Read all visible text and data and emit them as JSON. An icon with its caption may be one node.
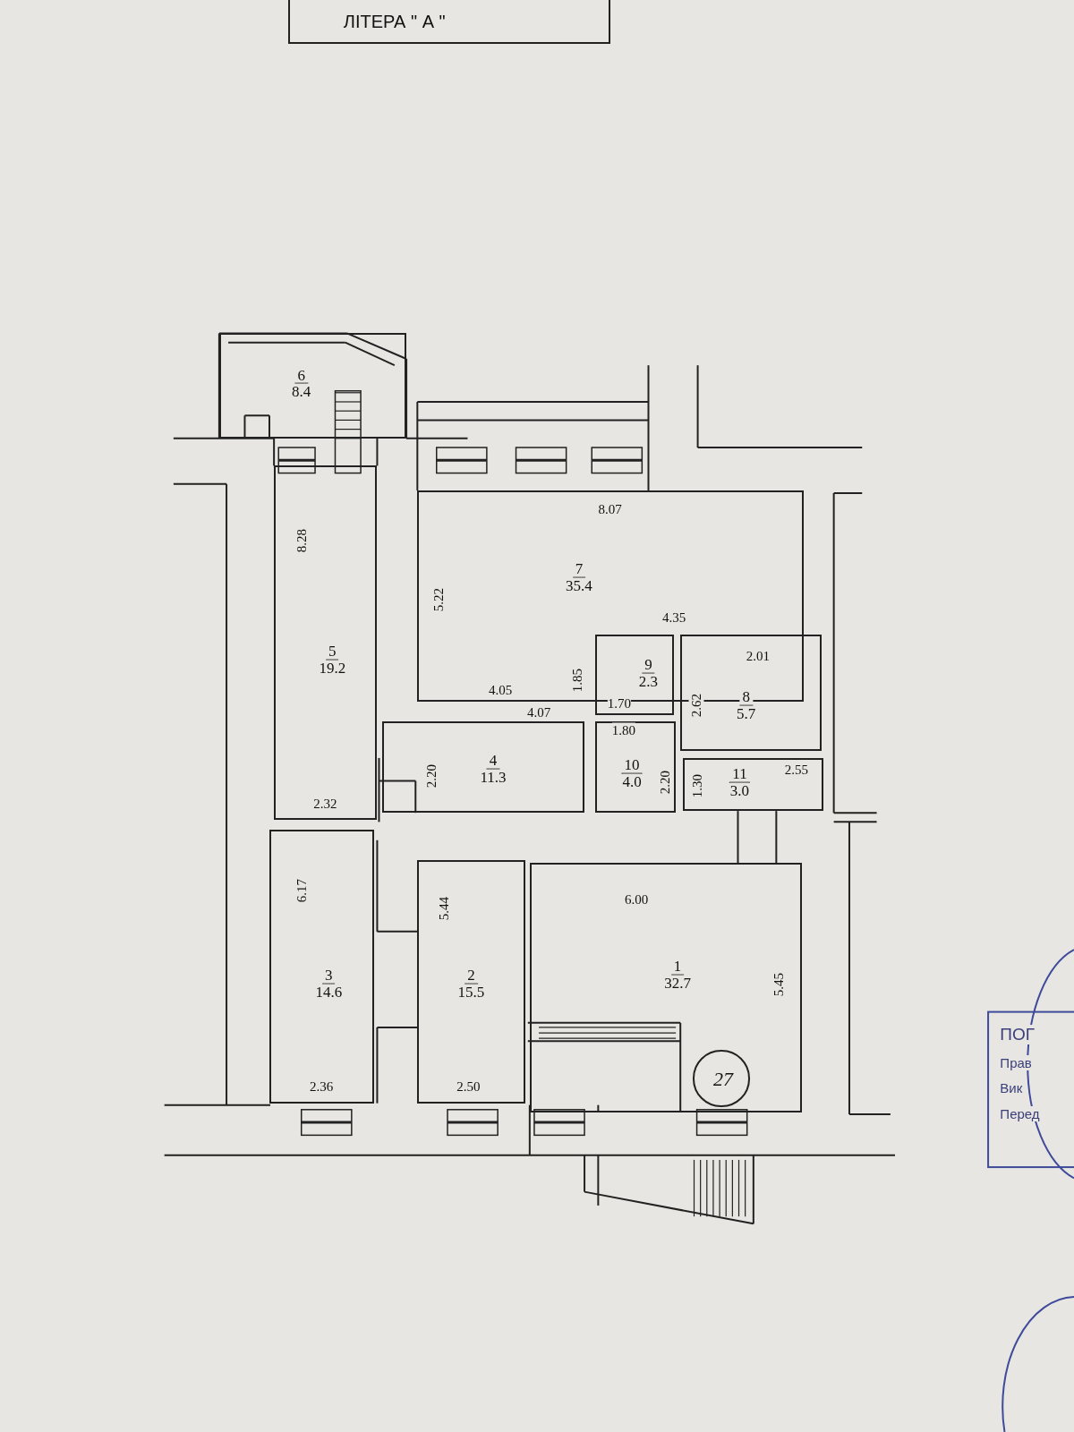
{
  "diagram": {
    "nodes": [
      {
        "text": [
          "ЛІТЕРА \" А \""
        ]
      },
      {
        "text": [
          "6",
          "8.4"
        ]
      },
      {
        "text": [
          "5",
          "19.2"
        ]
      },
      {
        "text": [
          "7",
          "35.4"
        ]
      },
      {
        "text": [
          "9",
          "2.3"
        ]
      },
      {
        "text": [
          "8",
          "5.7"
        ]
      },
      {
        "text": [
          "4",
          "11.3"
        ]
      },
      {
        "text": [
          "10",
          "4.0"
        ]
      },
      {
        "text": [
          "11",
          "3.0"
        ]
      },
      {
        "text": [
          "3",
          "14.6"
        ]
      },
      {
        "text": [
          "2",
          "15.5"
        ]
      },
      {
        "text": [
          "1",
          "32.7"
        ]
      },
      {
        "text": [
          "27"
        ],
        "in": 11
      }
    ],
    "labels": [
      "8.07",
      "8.28",
      "5.22",
      "4.35",
      "2.01",
      "1.85",
      "4.05",
      "1.70",
      "2.62",
      "4.07",
      "1.80",
      "2.20",
      "2.20",
      "1.30",
      "2.55",
      "2.32",
      "6.17",
      "5.44",
      "6.00",
      "5.45",
      "2.36",
      "2.50",
      "ПОГ",
      "Прав",
      "Вик",
      "Перед"
    ]
  }
}
